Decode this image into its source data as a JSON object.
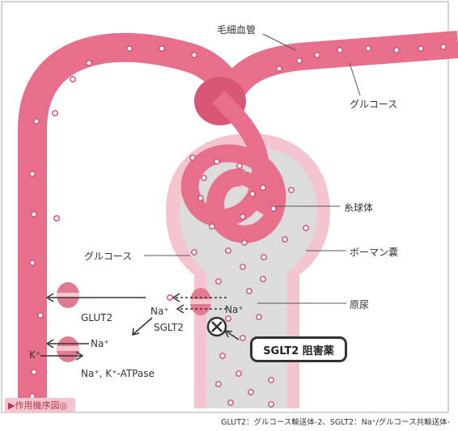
{
  "labels": {
    "capillary": "毛細血管",
    "glucose_vessel": "グルコース",
    "glomerulus": "糸球体",
    "bowman": "ボーマン嚢",
    "glucose_tubule": "グルコース",
    "urine": "原尿",
    "glut2": "GLUT2",
    "sglt2": "SGLT2",
    "na_plus_sglt": "Na⁺",
    "na_plus_right": "Na⁺",
    "na_plus_mid": "Na⁺",
    "k_plus": "K⁺",
    "atpase": "Na⁺, K⁺-ATPase",
    "inhibitor": "SGLT2 阻害薬"
  },
  "figure_tag": "▶作用機序図◎",
  "footnote": "GLUT2：グルコース輸送体-2、SGLT2：Na⁺/グルコース共輸送体-",
  "colors": {
    "vessel": "#e86f8c",
    "vessel_dark": "#d85676",
    "bowman_light": "#f4c4cf",
    "tubule_fill": "#dcdcdc",
    "dot_fill": "#ffffff",
    "dot_stroke": "#d84a6e"
  },
  "icons": {
    "inhibit": "circled-x-icon",
    "transporter": "channel-icon"
  }
}
